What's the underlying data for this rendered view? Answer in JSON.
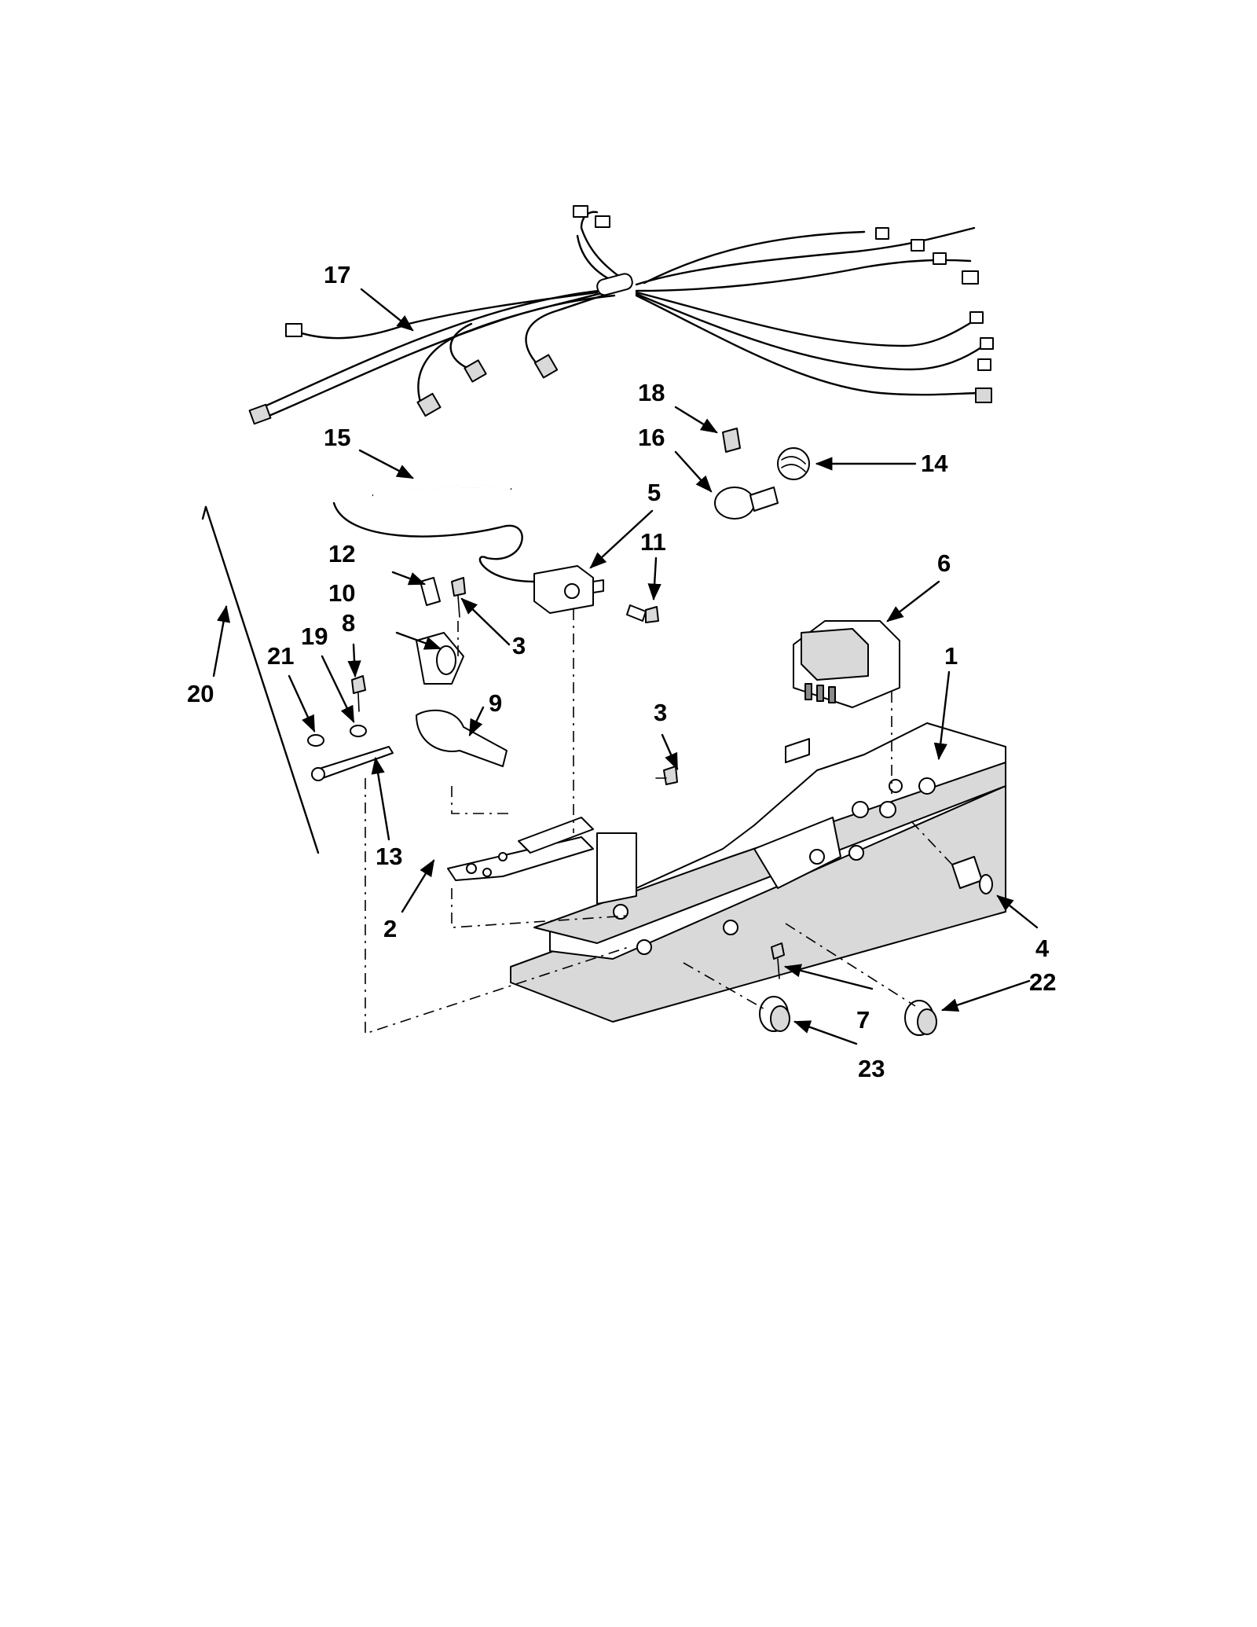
{
  "callouts": {
    "c1": "1",
    "c2": "2",
    "c3a": "3",
    "c3b": "3",
    "c4": "4",
    "c5": "5",
    "c6": "6",
    "c7": "7",
    "c8": "8",
    "c9": "9",
    "c10": "10",
    "c11": "11",
    "c12": "12",
    "c13": "13",
    "c14": "14",
    "c15": "15",
    "c16": "16",
    "c17": "17",
    "c18": "18",
    "c19": "19",
    "c20": "20",
    "c21": "21",
    "c22": "22",
    "c23": "23"
  }
}
